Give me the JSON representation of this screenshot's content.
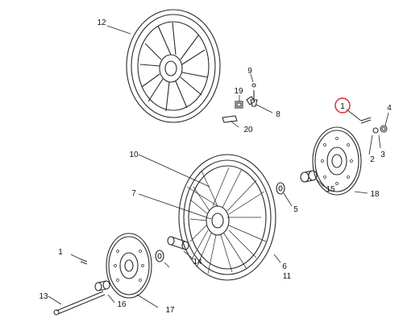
{
  "diagram": {
    "callouts": [
      "12",
      "9",
      "19",
      "8",
      "20",
      "1",
      "4",
      "2",
      "3",
      "10",
      "7",
      "15",
      "18",
      "5",
      "14",
      "6",
      "11",
      "13",
      "16",
      "17",
      "1"
    ]
  }
}
